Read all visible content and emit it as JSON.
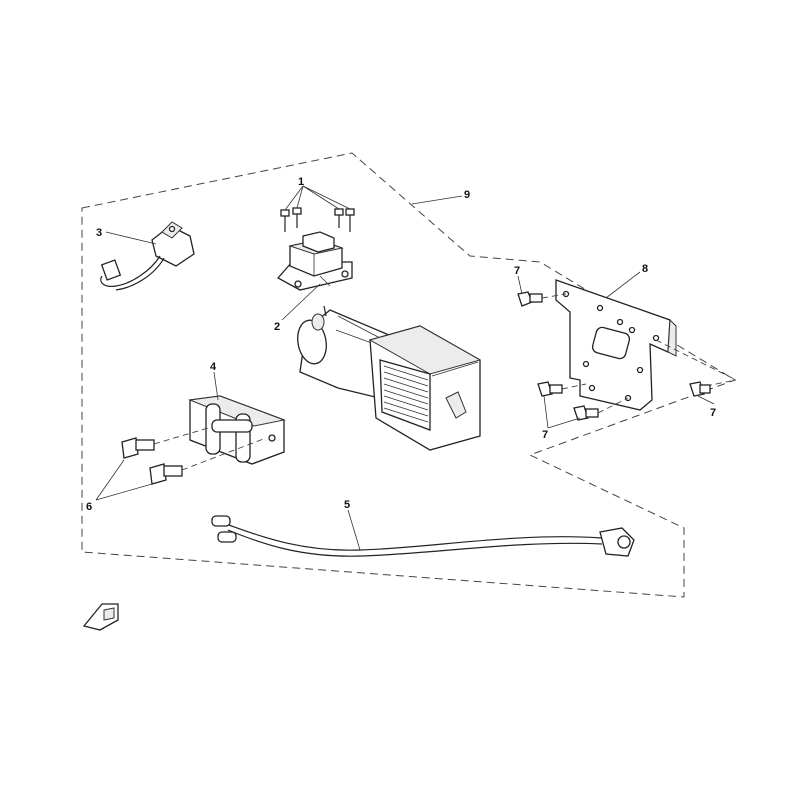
{
  "diagram": {
    "callouts": [
      {
        "id": "c1",
        "label": "1"
      },
      {
        "id": "c2",
        "label": "2"
      },
      {
        "id": "c3",
        "label": "3"
      },
      {
        "id": "c4",
        "label": "4"
      },
      {
        "id": "c5",
        "label": "5"
      },
      {
        "id": "c6",
        "label": "6"
      },
      {
        "id": "c7a",
        "label": "7"
      },
      {
        "id": "c7b",
        "label": "7"
      },
      {
        "id": "c7c",
        "label": "7"
      },
      {
        "id": "c8",
        "label": "8"
      },
      {
        "id": "c9",
        "label": "9"
      }
    ],
    "colors": {
      "line": "#222222",
      "background": "#ffffff"
    }
  }
}
